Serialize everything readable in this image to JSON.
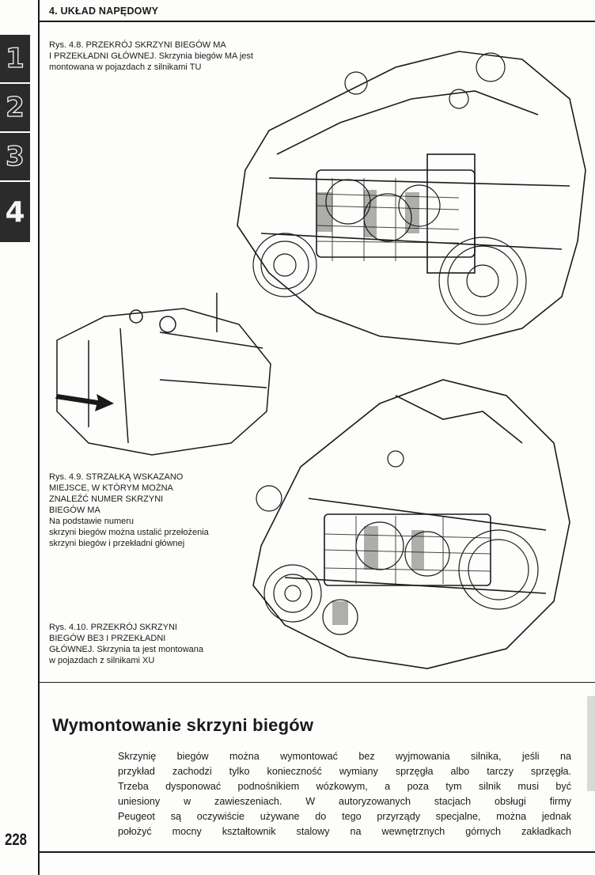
{
  "header": {
    "section_title": "4. UKŁAD NAPĘDOWY"
  },
  "chapter_tabs": [
    "1",
    "2",
    "3",
    "4"
  ],
  "figures": {
    "fig_4_8": {
      "label": "Rys. 4.8.",
      "title": "PRZEKRÓJ SKRZYNI BIEGÓW MA I PRZEKŁADNI GŁÓWNEJ.",
      "lines": [
        "Rys. 4.8. PRZEKRÓJ SKRZYNI BIEGÓW MA",
        "I PRZEKŁADNI GŁÓWNEJ. Skrzynia biegów MA jest",
        "montowana w pojazdach z silnikami TU"
      ]
    },
    "fig_4_9": {
      "lines": [
        "Rys. 4.9. STRZAŁKĄ WSKAZANO",
        "MIEJSCE, W KTÓRYM MOŻNA",
        "ZNALEŹĆ NUMER SKRZYNI",
        "BIEGÓW MA",
        "Na podstawie numeru",
        "skrzyni biegów można ustalić przełożenia",
        "skrzyni biegów i przekładni głównej"
      ]
    },
    "fig_4_10": {
      "lines": [
        "Rys. 4.10. PRZEKRÓJ SKRZYNI",
        "BIEGÓW BE3 I PRZEKŁADNI",
        "GŁÓWNEJ. Skrzynia ta jest montowana",
        "w pojazdach z silnikami XU"
      ]
    }
  },
  "section": {
    "heading": "Wymontowanie skrzyni biegów",
    "body_lines": [
      "Skrzynię biegów można wymontować bez wyjmowania silnika, jeśli na",
      "przykład zachodzi tylko konieczność wymiany sprzęgła albo tarczy sprzęgła.",
      "Trzeba dysponować podnośnikiem wózkowym, a poza tym silnik musi być",
      "uniesiony w zawieszeniach. W autoryzowanych stacjach obsługi firmy",
      "Peugeot są oczywiście używane do tego przyrządy specjalne, można jednak",
      "położyć mocny kształtownik stalowy na wewnętrznych górnych zakładkach"
    ]
  },
  "page_number": "228",
  "colors": {
    "ink": "#1a1a1a",
    "tab_bg": "#2b2b2b",
    "paper": "#fdfdfb"
  }
}
